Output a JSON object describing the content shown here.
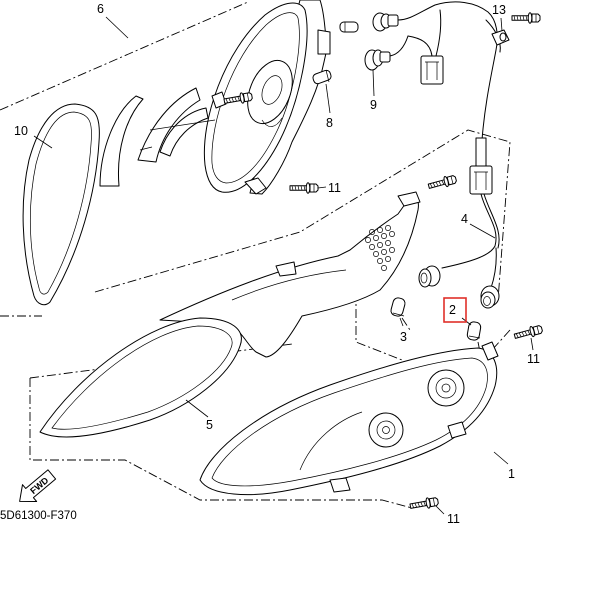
{
  "callouts": {
    "part_6": "6",
    "part_13": "13",
    "part_10": "10",
    "part_9": "9",
    "part_8": "8",
    "part_11_a": "11",
    "part_4": "4",
    "part_2": "2",
    "part_3": "3",
    "part_11_b": "11",
    "part_5": "5",
    "part_1": "1",
    "part_11_c": "11"
  },
  "fwd_label": "FWD",
  "diagram_code": "5D61300-F370",
  "highlighted_part": "2",
  "colors": {
    "background": "#ffffff",
    "line": "#000000",
    "highlight": "#e0302a"
  }
}
